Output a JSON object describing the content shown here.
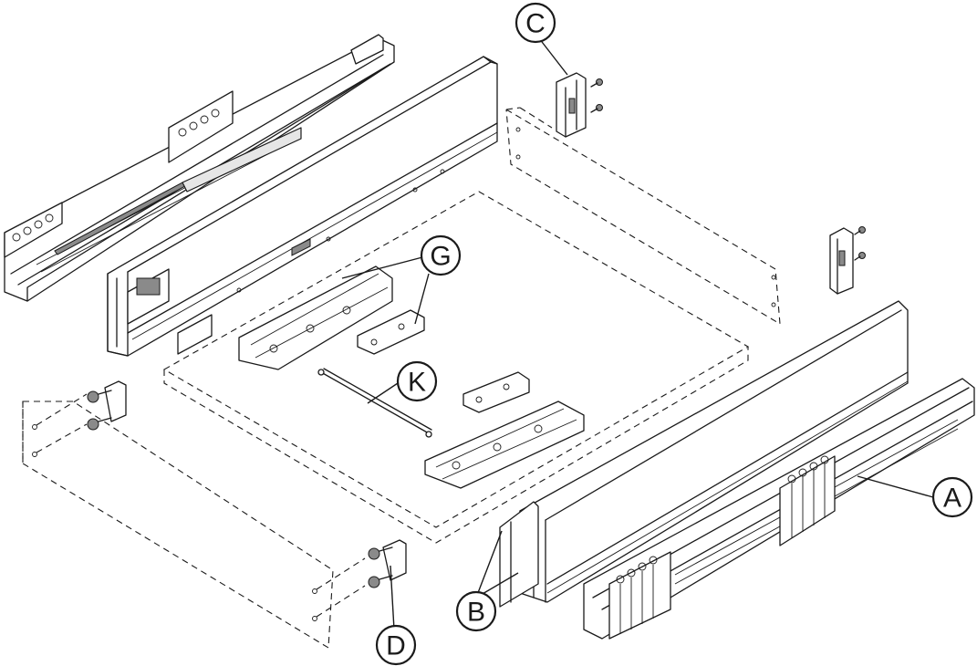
{
  "callouts": {
    "a": "A",
    "b": "B",
    "c": "C",
    "d": "D",
    "g": "G",
    "k": "K"
  }
}
